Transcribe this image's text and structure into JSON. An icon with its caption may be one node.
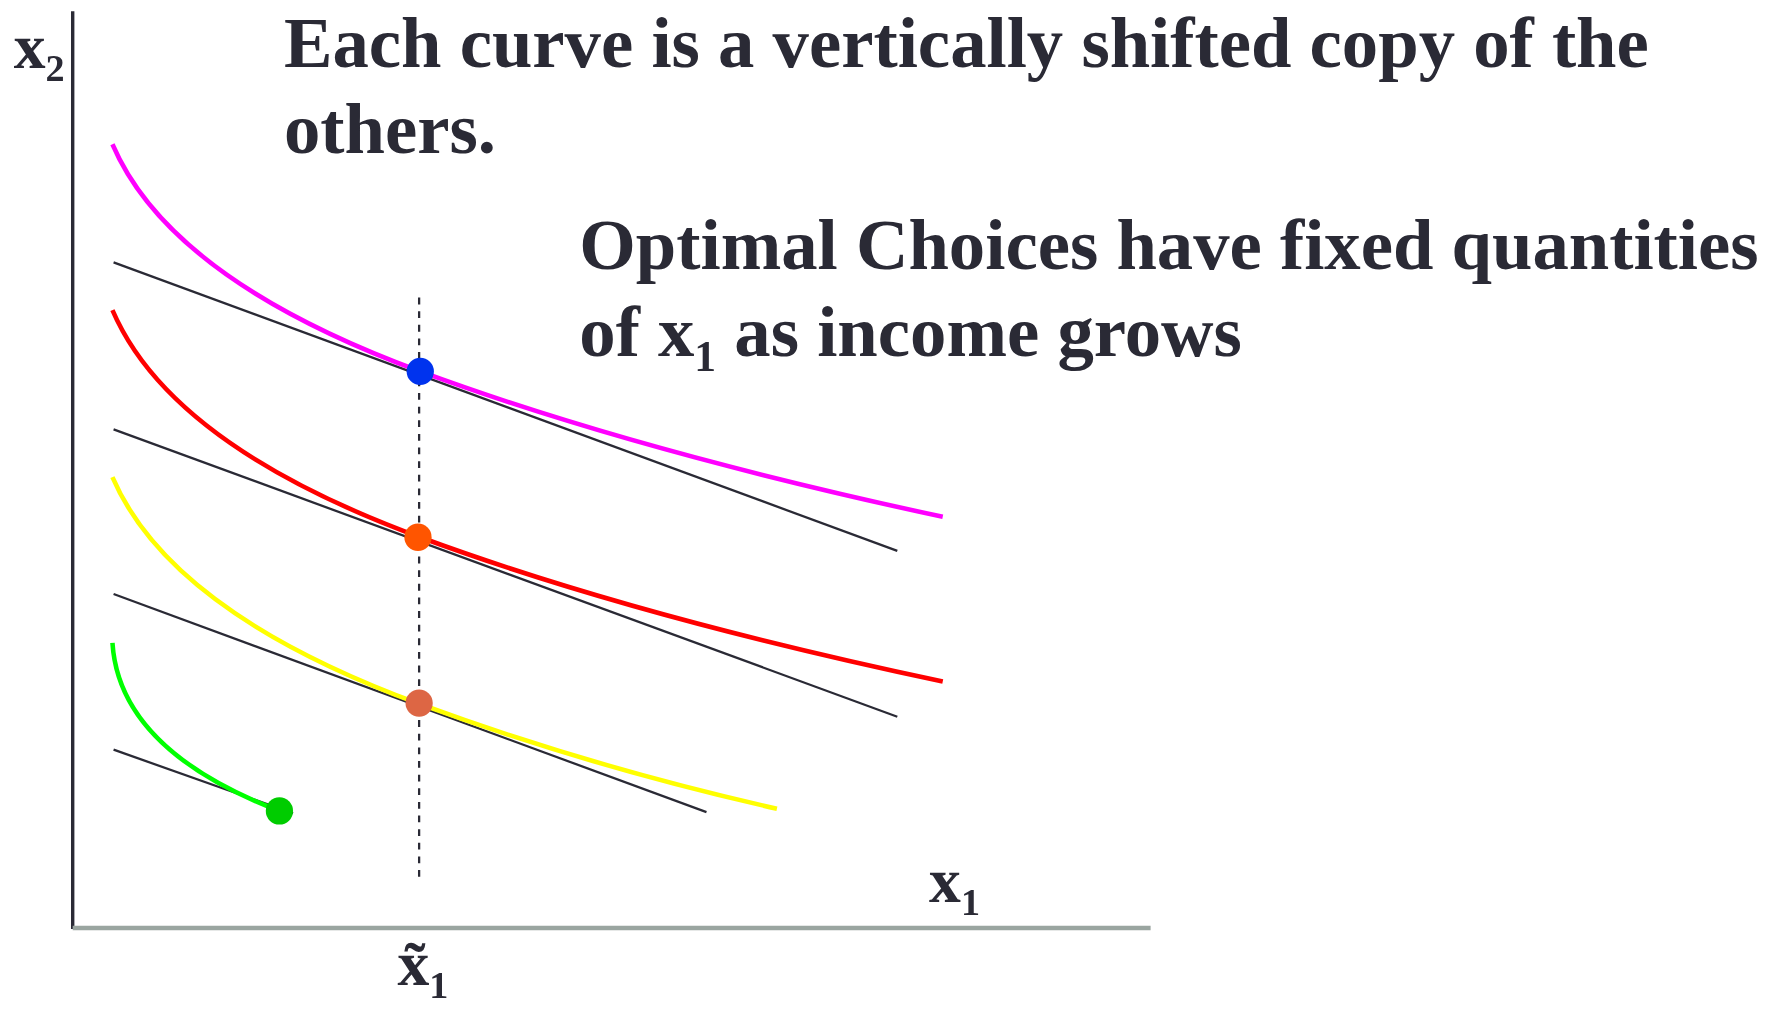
{
  "diagram": {
    "labels": [
      "x$_{2}$",
      "Each curve is a vertically shifted copy of the others.",
      "Optimal Choices have fixed quantities of x$_{1}$ as income grows",
      "x$_{1}$",
      "x̃$_{1}$"
    ]
  }
}
